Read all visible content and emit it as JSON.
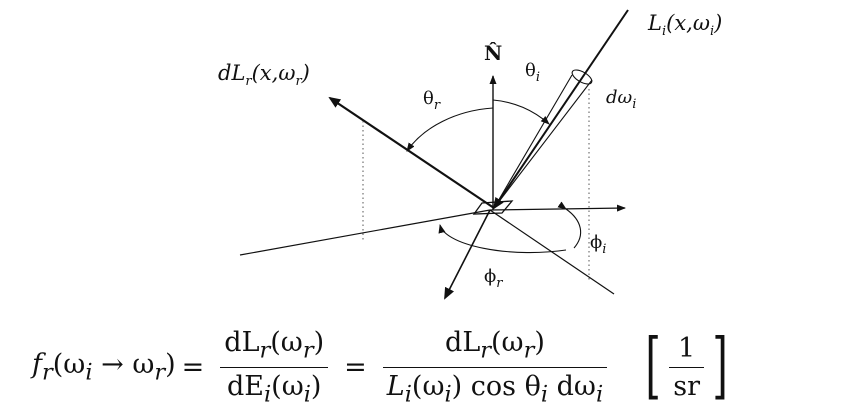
{
  "diagram": {
    "labels": {
      "incident_radiance": "L",
      "incident_radiance_sub": "i",
      "incident_radiance_args": "(x,ω",
      "incident_radiance_args_sub": "i",
      "incident_radiance_close": ")",
      "reflected_radiance": "dL",
      "reflected_radiance_sub": "r",
      "reflected_radiance_args": "(x,ω",
      "reflected_radiance_args_sub": "r",
      "reflected_radiance_close": ")",
      "normal": "N̂",
      "theta_i": "θ",
      "theta_i_sub": "i",
      "theta_r": "θ",
      "theta_r_sub": "r",
      "d_omega_i": "dω",
      "d_omega_i_sub": "i",
      "phi_i": "ϕ",
      "phi_i_sub": "i",
      "phi_r": "ϕ",
      "phi_r_sub": "r"
    }
  },
  "formula": {
    "lhs": "f",
    "lhs_sub": "r",
    "lhs_args": "(ω",
    "lhs_arg1_sub": "i",
    "arrow": " → ω",
    "lhs_arg2_sub": "r",
    "lhs_close": ")",
    "eq1": "=",
    "frac1_num": "dL",
    "frac1_num_sub": "r",
    "frac1_num_args": "(ω",
    "frac1_num_args_sub": "r",
    "frac1_num_close": ")",
    "frac1_den": "dE",
    "frac1_den_sub": "i",
    "frac1_den_args": "(ω",
    "frac1_den_args_sub": "i",
    "frac1_den_close": ")",
    "eq2": "=",
    "frac2_num": "dL",
    "frac2_num_sub": "r",
    "frac2_num_args": "(ω",
    "frac2_num_args_sub": "r",
    "frac2_num_close": ")",
    "frac2_den_L": "L",
    "frac2_den_L_sub": "i",
    "frac2_den_L_args": "(ω",
    "frac2_den_L_args_sub": "i",
    "frac2_den_cos": ") cos θ",
    "frac2_den_cos_sub": "i",
    "frac2_den_dw": " dω",
    "frac2_den_dw_sub": "i",
    "unit_num": "1",
    "unit_den": "sr"
  }
}
